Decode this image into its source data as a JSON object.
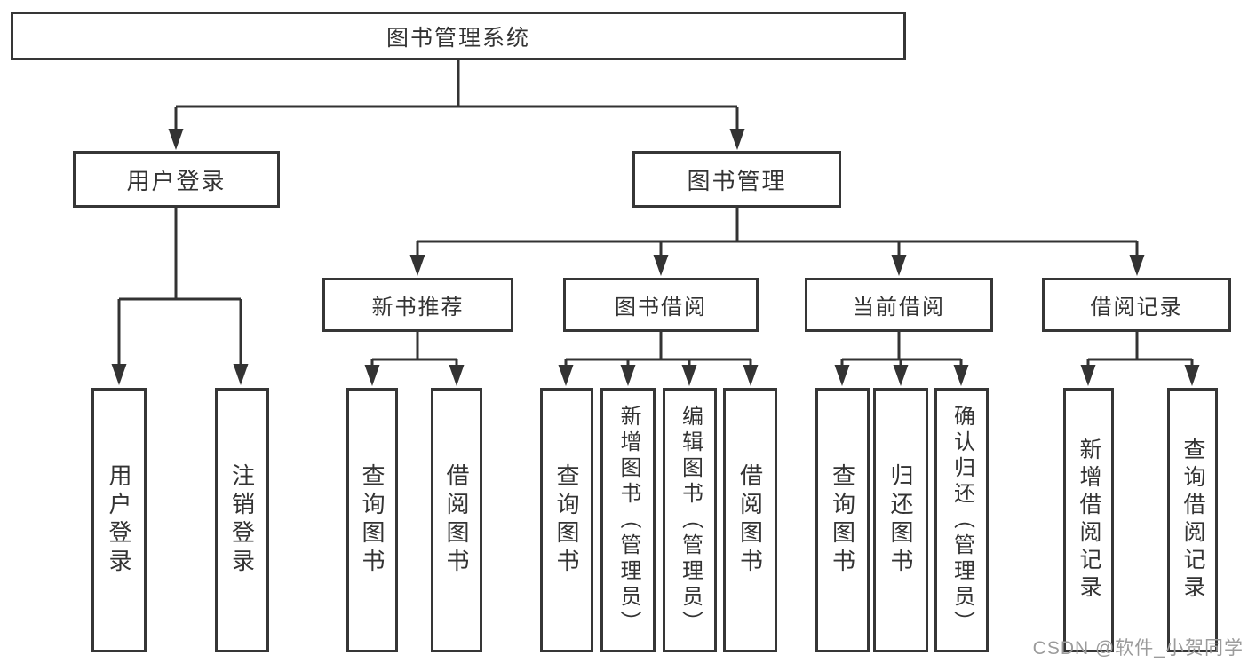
{
  "tree": {
    "label": "图书管理系统",
    "children": [
      {
        "label": "用户登录",
        "children": [
          {
            "label": "用户登录"
          },
          {
            "label": "注销登录"
          }
        ]
      },
      {
        "label": "图书管理",
        "children": [
          {
            "label": "新书推荐",
            "children": [
              {
                "label": "查询图书"
              },
              {
                "label": "借阅图书"
              }
            ]
          },
          {
            "label": "图书借阅",
            "children": [
              {
                "label": "查询图书"
              },
              {
                "label": "新增图书（管理员）"
              },
              {
                "label": "编辑图书（管理员）"
              },
              {
                "label": "借阅图书"
              }
            ]
          },
          {
            "label": "当前借阅",
            "children": [
              {
                "label": "查询图书"
              },
              {
                "label": "归还图书"
              },
              {
                "label": "确认归还（管理员）"
              }
            ]
          },
          {
            "label": "借阅记录",
            "children": [
              {
                "label": "新增借阅记录"
              },
              {
                "label": "查询借阅记录"
              }
            ]
          }
        ]
      }
    ]
  },
  "watermark": "CSDN @软件_小贺同学",
  "colors": {
    "line": "#333333",
    "text": "#333333",
    "box_border": "#363636",
    "watermark": "#9b9b9b",
    "background": "#ffffff"
  }
}
